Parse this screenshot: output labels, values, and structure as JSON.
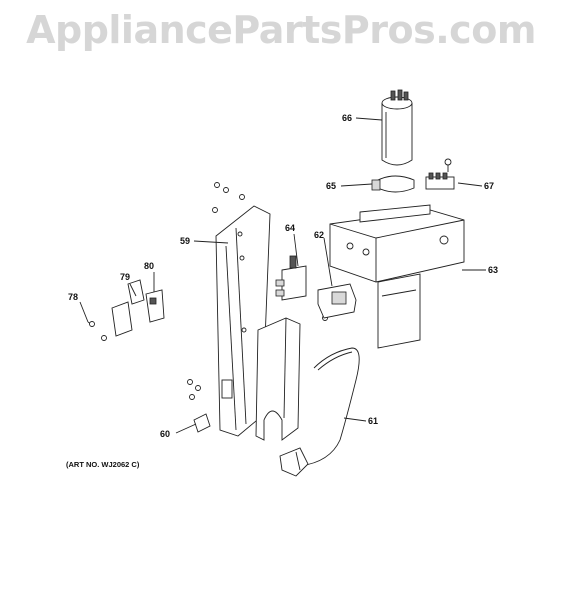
{
  "watermark": "AppliancePartsPros.com",
  "art_number": "(ART NO. WJ2062 C)",
  "callouts": [
    "59",
    "60",
    "61",
    "62",
    "63",
    "64",
    "65",
    "66",
    "67",
    "78",
    "79",
    "80"
  ]
}
